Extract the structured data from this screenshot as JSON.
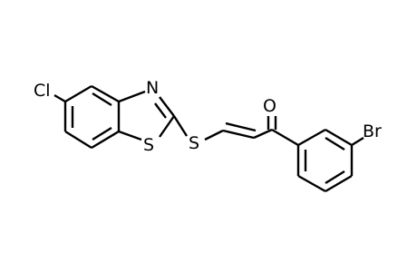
{
  "molecule": {
    "atoms": {
      "chlorine": "Cl",
      "nitrogen": "N",
      "thiazole_sulfur": "S",
      "thioether_sulfur": "S",
      "oxygen": "O",
      "bromine": "Br"
    }
  },
  "colors": {
    "background": "#ffffff",
    "bond": "#000000",
    "label": "#000000"
  }
}
